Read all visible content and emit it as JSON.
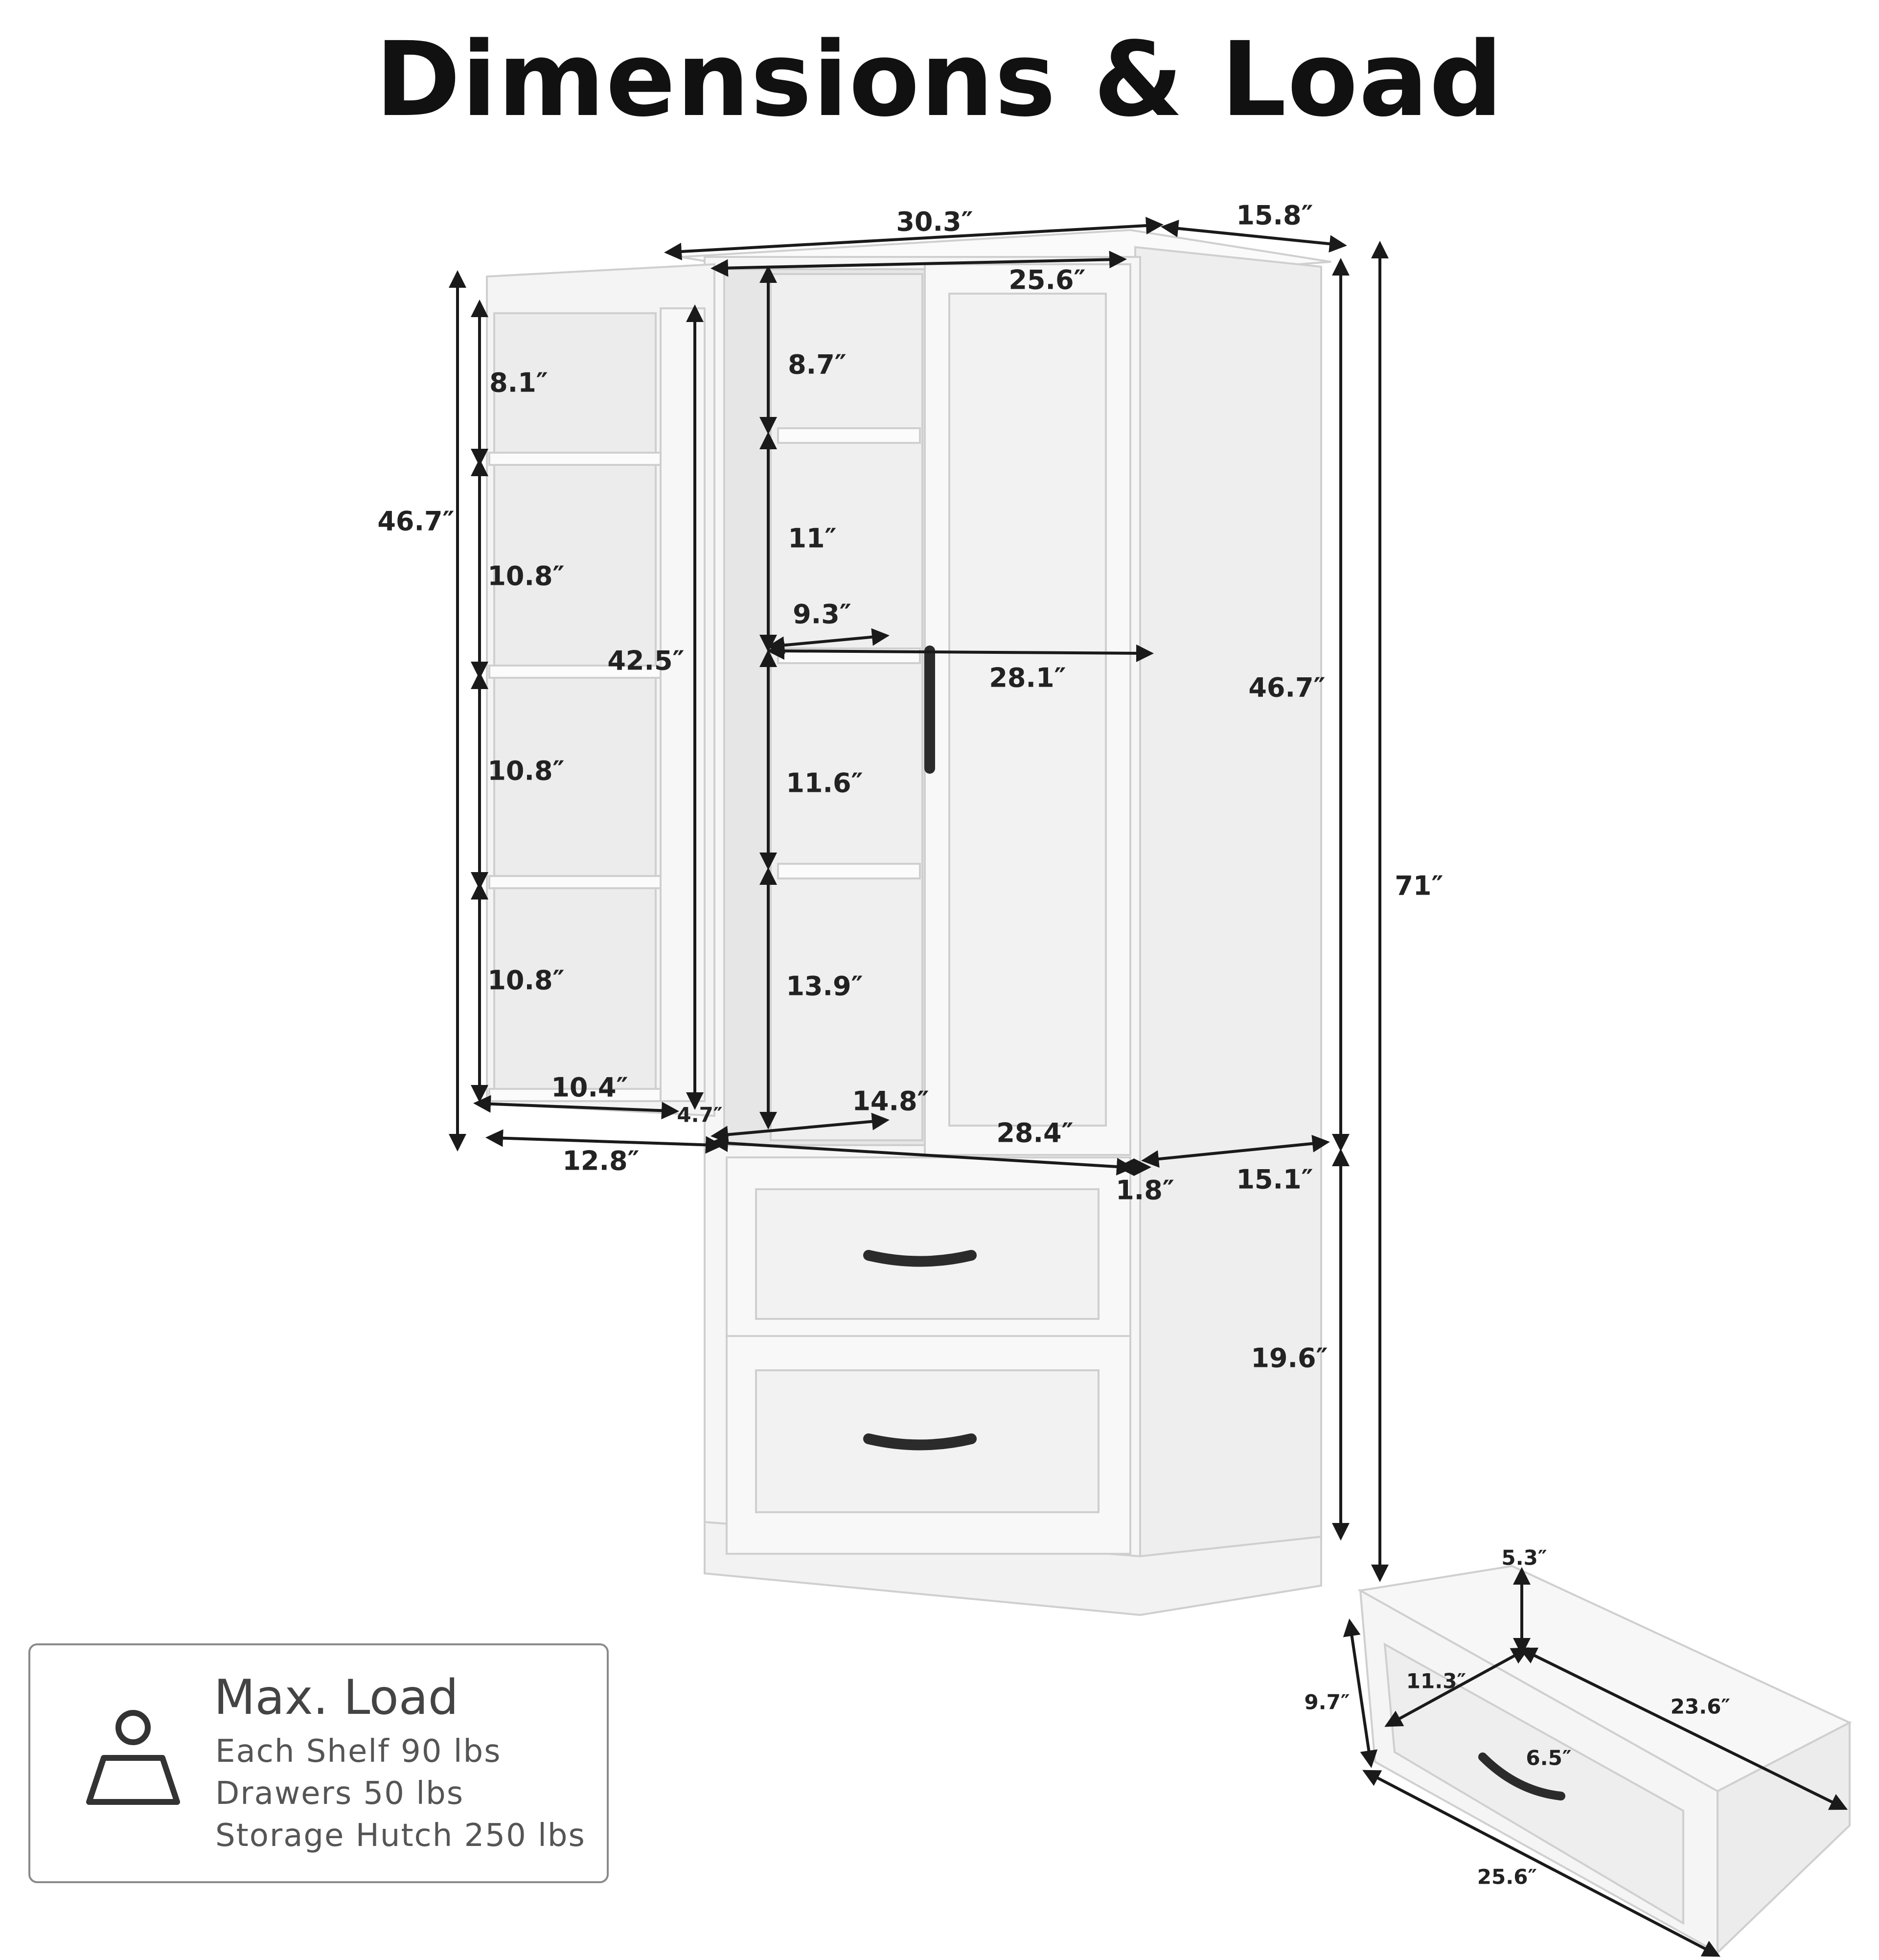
{
  "title": "Dimensions & Load",
  "colors": {
    "text": "#111111",
    "line": "#1a1a1a",
    "cabinet": "#f4f4f4",
    "panel_edge": "#cfcfcf",
    "handle": "#2b2b2b",
    "box_border": "#8a8a8a"
  },
  "icons": [
    "weight-icon",
    "handle-icon"
  ],
  "dimensions": {
    "top_width": "30.3″",
    "top_depth": "15.8″",
    "door_width": "25.6″",
    "total_height": "71″",
    "cabinet_height": "46.7″",
    "door_height": "46.7″",
    "door_inner_height": "42.5″",
    "door_shelf_1": "8.1″",
    "door_shelf_2": "10.8″",
    "door_shelf_3": "10.8″",
    "door_shelf_4": "10.8″",
    "door_shelf_width": "10.4″",
    "door_shelf_depth": "4.7″",
    "door_open_width": "12.8″",
    "shelf_1": "8.7″",
    "shelf_2": "11″",
    "shelf_3": "11.6″",
    "shelf_4": "13.9″",
    "shelf_width": "9.3″",
    "interior_width": "28.1″",
    "interior_depth": "14.8″",
    "bottom_width": "28.4″",
    "side_gap": "1.8″",
    "side_depth": "15.1″",
    "drawer_section_height": "19.6″",
    "drawer_height": "5.3″",
    "drawer_front_height": "9.7″",
    "drawer_inner_width": "11.3″",
    "drawer_depth": "23.6″",
    "drawer_handle": "6.5″",
    "drawer_front_width": "25.6″"
  },
  "max_load": {
    "title": "Max. Load",
    "shelf": "Each Shelf 90 lbs",
    "drawers": "Drawers  50 lbs",
    "hutch": "Storage Hutch  250 lbs"
  }
}
